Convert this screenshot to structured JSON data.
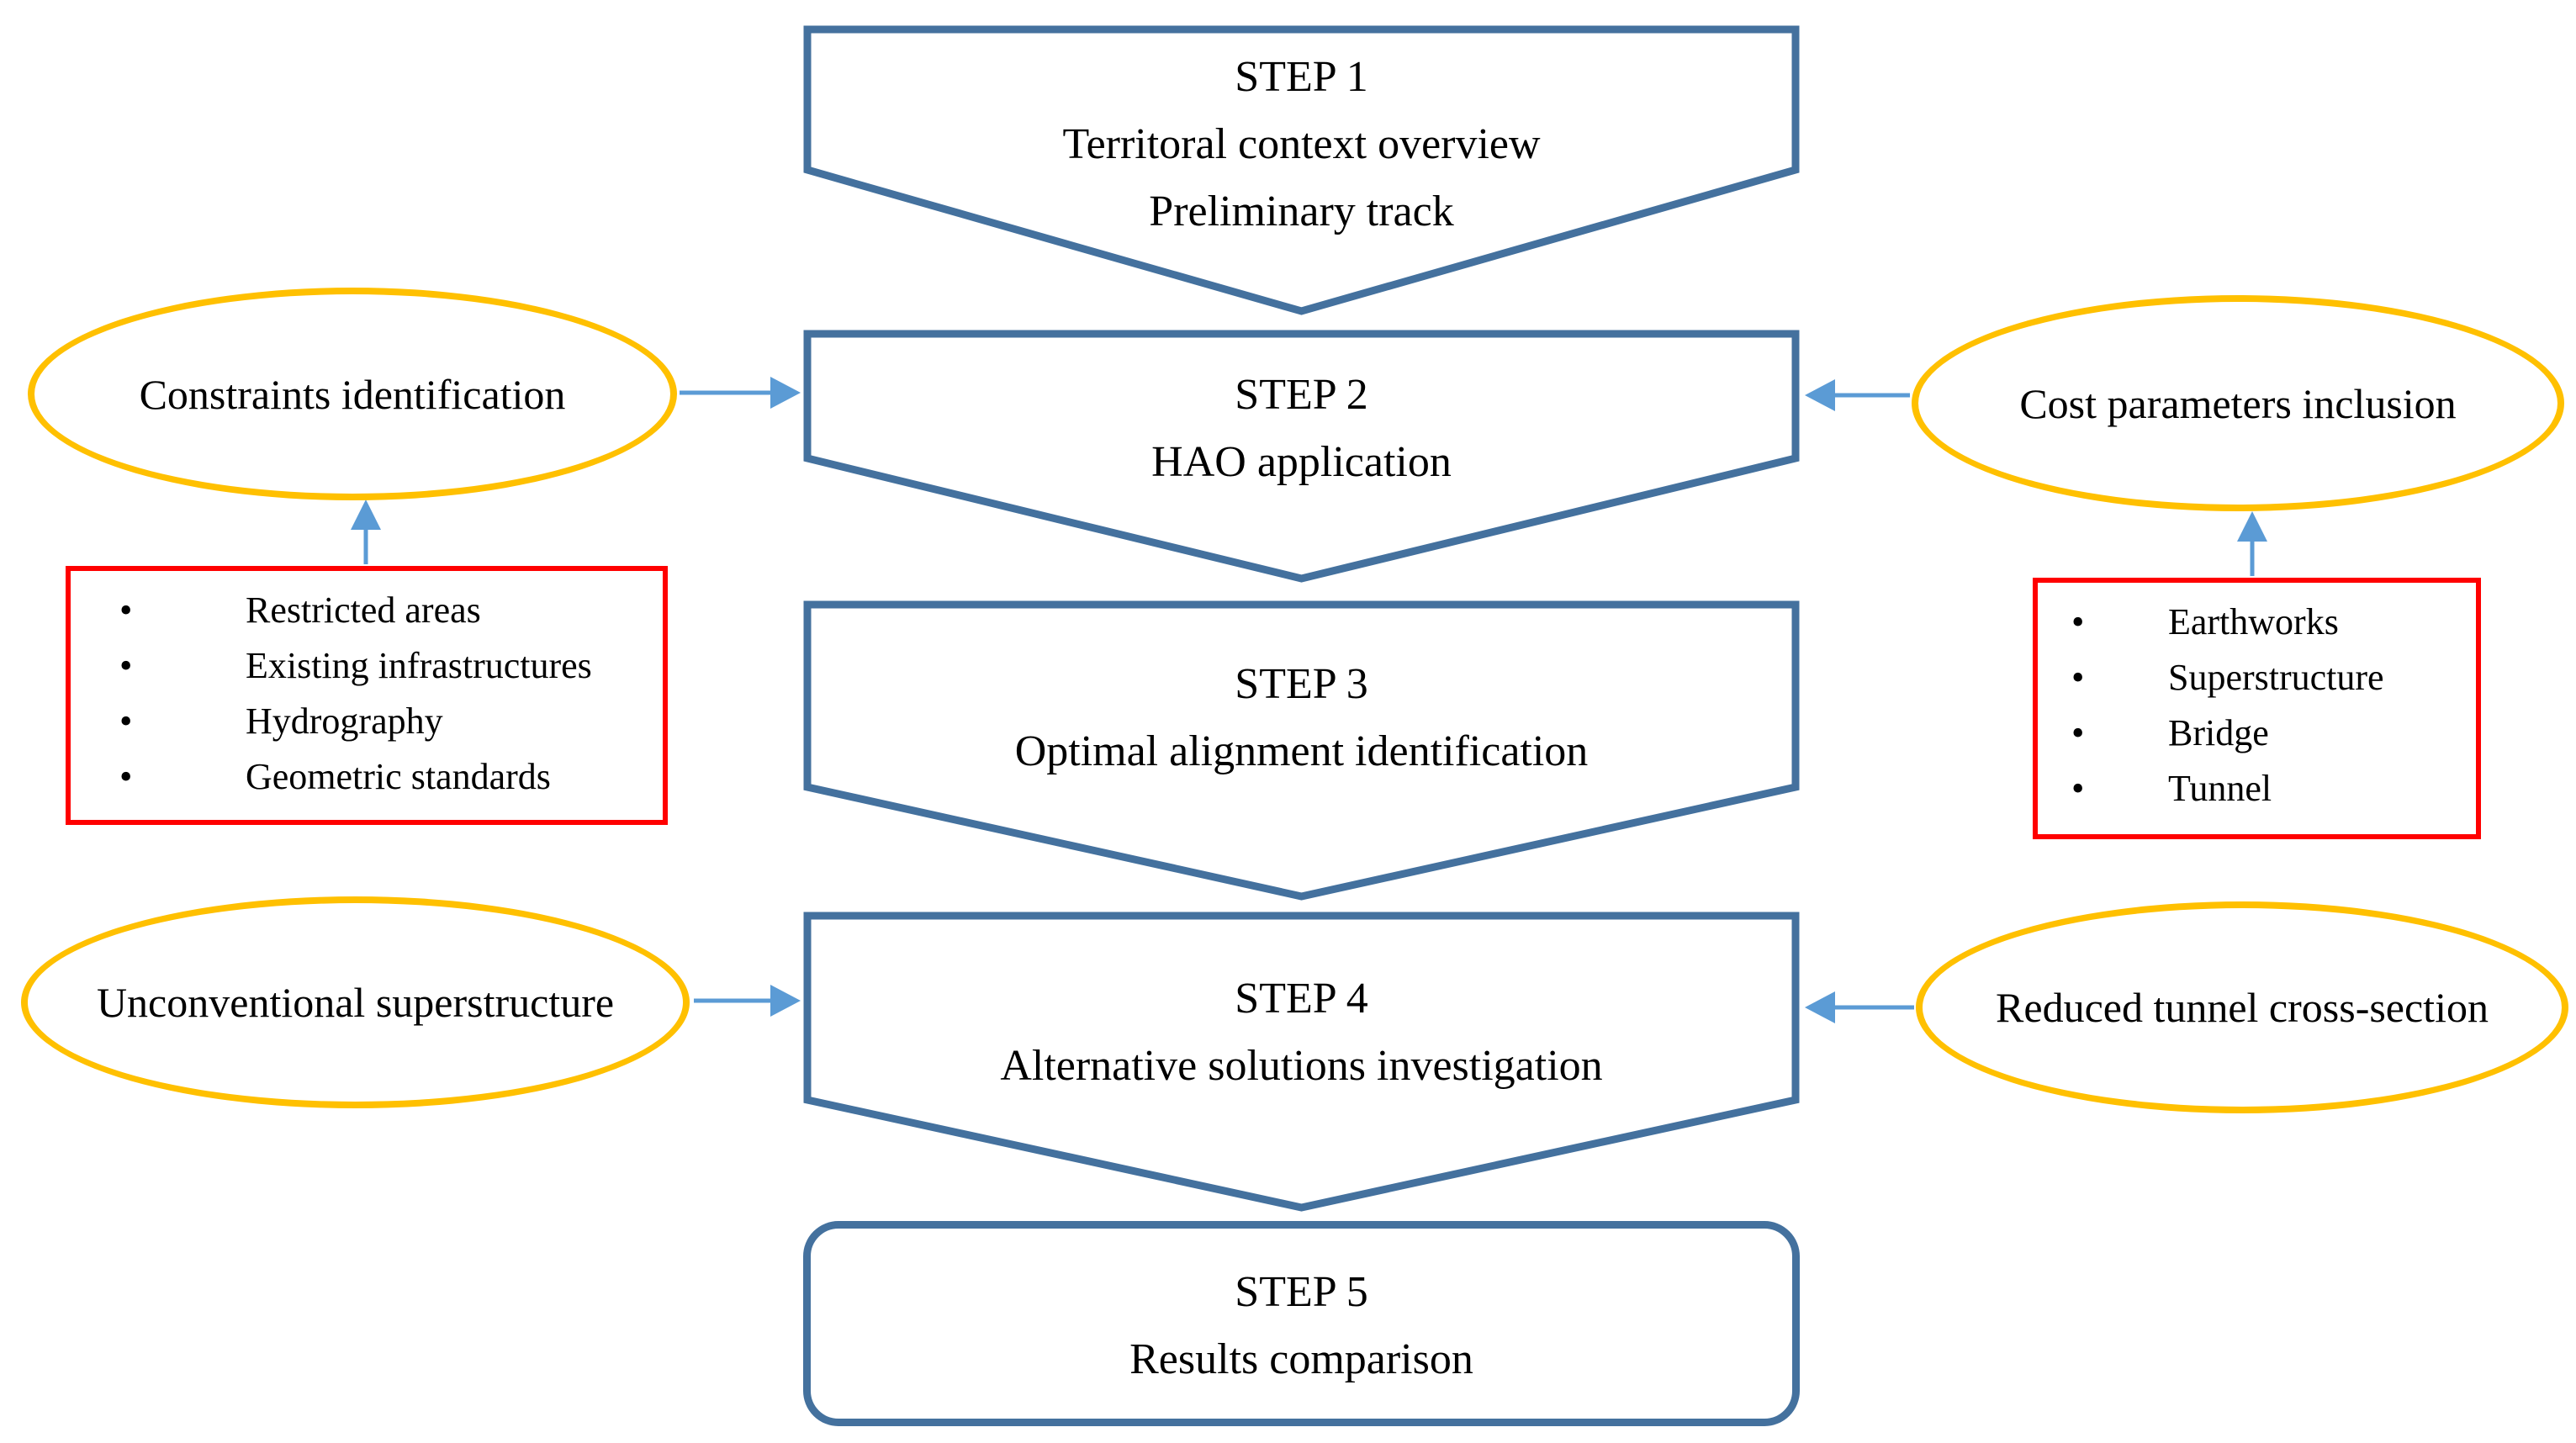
{
  "diagram": {
    "bullet_char": "•",
    "colors": {
      "step_border": "#44719E",
      "arrow": "#5B9BD5",
      "ellipse_border": "#FFC000",
      "detail_box_border": "#FF0000",
      "text": "#000000",
      "background": "#FFFFFF"
    },
    "steps": [
      {
        "title": "STEP 1",
        "lines": [
          "Territoral context overview",
          "Preliminary track"
        ]
      },
      {
        "title": "STEP 2",
        "lines": [
          "HAO application"
        ]
      },
      {
        "title": "STEP 3",
        "lines": [
          "Optimal alignment identification"
        ]
      },
      {
        "title": "STEP 4",
        "lines": [
          "Alternative solutions investigation"
        ]
      },
      {
        "title": "STEP 5",
        "lines": [
          "Results comparison"
        ]
      }
    ],
    "ellipses": {
      "constraints": {
        "label": "Constraints identification"
      },
      "cost": {
        "label": "Cost parameters inclusion"
      },
      "unconventional": {
        "label": "Unconventional superstructure"
      },
      "reduced_tunnel": {
        "label": "Reduced tunnel cross-section"
      }
    },
    "lists": {
      "constraints_detail": {
        "items": [
          "Restricted areas",
          "Existing infrastructures",
          "Hydrography",
          "Geometric standards"
        ]
      },
      "cost_detail": {
        "items": [
          "Earthworks",
          "Superstructure",
          "Bridge",
          "Tunnel"
        ]
      }
    }
  }
}
